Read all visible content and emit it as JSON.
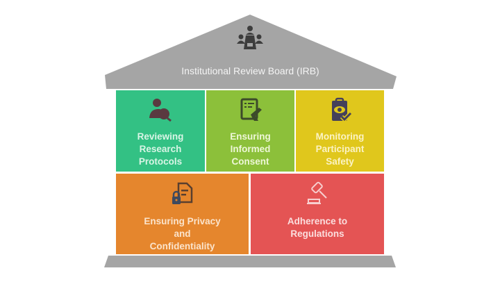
{
  "diagram": {
    "type": "pillar-house",
    "roof": {
      "title": "Institutional Review Board (IRB)",
      "icon": "meeting-people-icon",
      "color": "#a5a5a5"
    },
    "pillars": [
      {
        "label": "Reviewing Research Protocols",
        "lines": [
          "Reviewing",
          "Research",
          "Protocols"
        ],
        "icon": "person-search-icon",
        "color": "#33c184",
        "text_color": "#d9f5e6"
      },
      {
        "label": "Ensuring Informed Consent",
        "lines": [
          "Ensuring",
          "Informed",
          "Consent"
        ],
        "icon": "signed-document-icon",
        "color": "#8cc03a",
        "text_color": "#eef7d8"
      },
      {
        "label": "Monitoring Participant Safety",
        "lines": [
          "Monitoring",
          "Participant",
          "Safety"
        ],
        "icon": "clipboard-eye-check-icon",
        "color": "#e0c71c",
        "text_color": "#fbf3c4"
      },
      {
        "label": "Ensuring Privacy and Confidentiality",
        "lines": [
          "Ensuring Privacy",
          "and",
          "Confidentiality"
        ],
        "icon": "document-lock-icon",
        "color": "#e5862d",
        "text_color": "#fbe4cc"
      },
      {
        "label": "Adherence to Regulations",
        "lines": [
          "Adherence to",
          "Regulations"
        ],
        "icon": "gavel-icon",
        "color": "#e45454",
        "text_color": "#fbdede"
      }
    ],
    "base": {
      "color": "#a5a5a5"
    }
  }
}
